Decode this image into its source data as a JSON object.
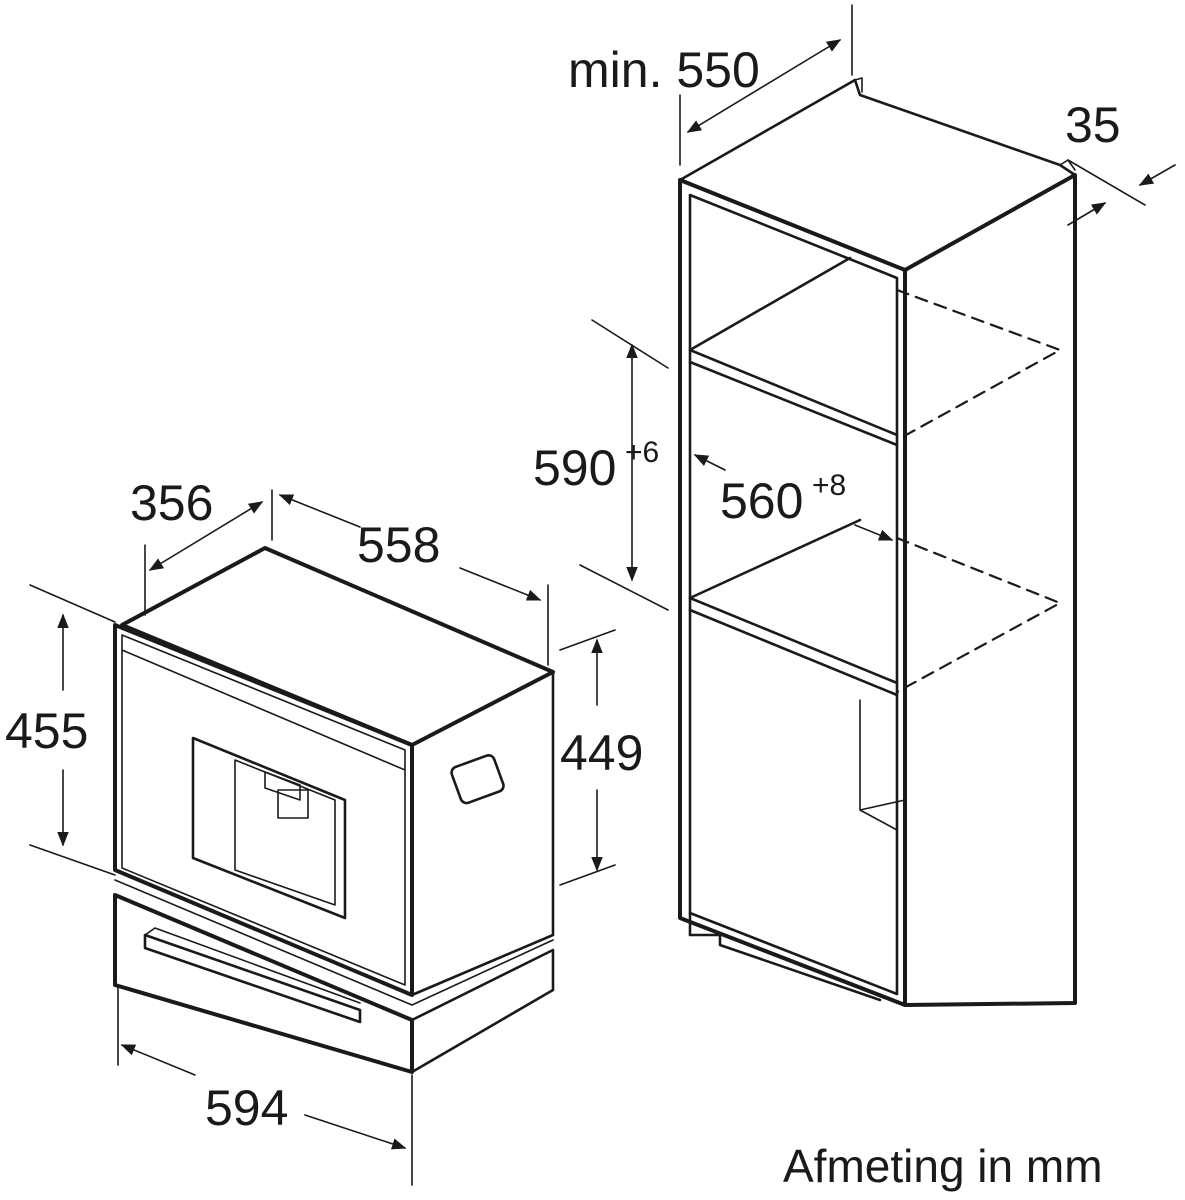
{
  "diagram": {
    "dimensions": {
      "min_width_label": "min. 550",
      "top_offset": "35",
      "niche_height": "590",
      "niche_height_tol": "+6",
      "niche_width": "560",
      "niche_width_tol": "+8",
      "depth": "356",
      "body_width": "558",
      "front_height": "455",
      "body_height": "449",
      "front_width": "594"
    },
    "caption": "Afmeting in mm"
  }
}
